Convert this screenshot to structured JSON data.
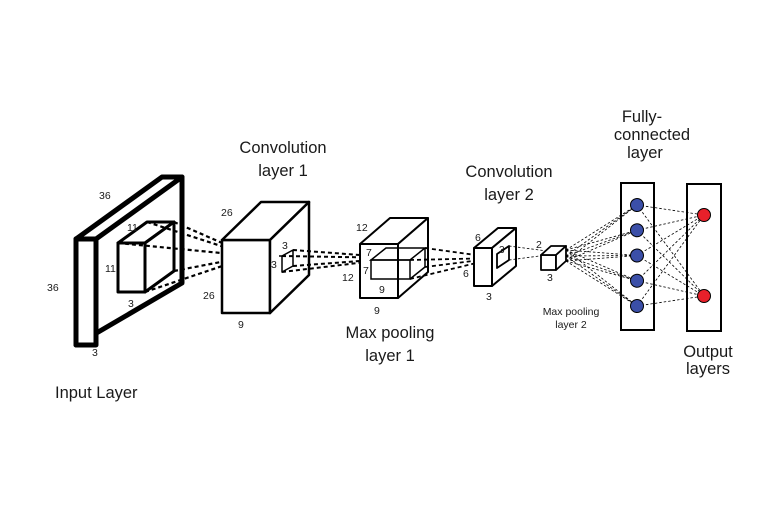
{
  "labels": {
    "input_layer": "Input Layer",
    "conv1_line1": "Convolution",
    "conv1_line2": "layer 1",
    "pool1_line1": "Max pooling",
    "pool1_line2": "layer 1",
    "conv2_line1": "Convolution",
    "conv2_line2": "layer 2",
    "pool2_line1": "Max pooling",
    "pool2_line2": "layer 2",
    "fc_line1": "Fully-",
    "fc_line2": "connected",
    "fc_line3": "layer",
    "out_line1": "Output",
    "out_line2": "layers"
  },
  "dimensions": {
    "input_height": "36",
    "input_width": "36",
    "input_depth": "3",
    "kernel1_height": "11",
    "kernel1_width": "11",
    "kernel1_depth": "3",
    "conv1_height": "26",
    "conv1_width": "26",
    "conv1_depth": "9",
    "kernel2_height": "3",
    "kernel2_width": "3",
    "pool1_height": "12",
    "pool1_width": "12",
    "pool1_depth": "9",
    "pool1_kernel_height": "7",
    "pool1_kernel_width": "7",
    "conv2_height": "6",
    "conv2_width": "6",
    "conv2_depth": "3",
    "kernel3_size": "3",
    "pool2_height": "2",
    "pool2_depth": "3"
  },
  "nodes": {
    "fully_connected_count": 5,
    "output_count": 2
  },
  "colors": {
    "fc_node": "#3b4fa8",
    "output_node": "#e8202a",
    "line": "#000000"
  }
}
